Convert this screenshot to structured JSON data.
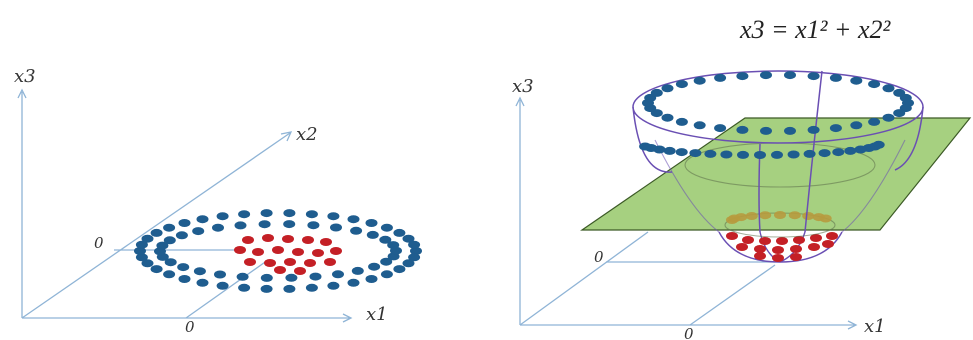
{
  "colors": {
    "axis": "#8fb4d6",
    "outer_points": "#1f5d8f",
    "inner_points": "#c42026",
    "plane_fill": "#96c86a",
    "plane_stroke": "#3c5a26",
    "surface": "#6a4fb3",
    "projection": "#a6c6e2"
  },
  "left_panel": {
    "labels": {
      "x3": "x3",
      "x2": "x2",
      "x1": "x1",
      "origin_a": "0",
      "origin_b": "0"
    }
  },
  "right_panel": {
    "equation": "x3 = x1² + x2²",
    "labels": {
      "x3": "x3",
      "x1": "x1",
      "origin_a": "0",
      "origin_b": "0"
    }
  }
}
